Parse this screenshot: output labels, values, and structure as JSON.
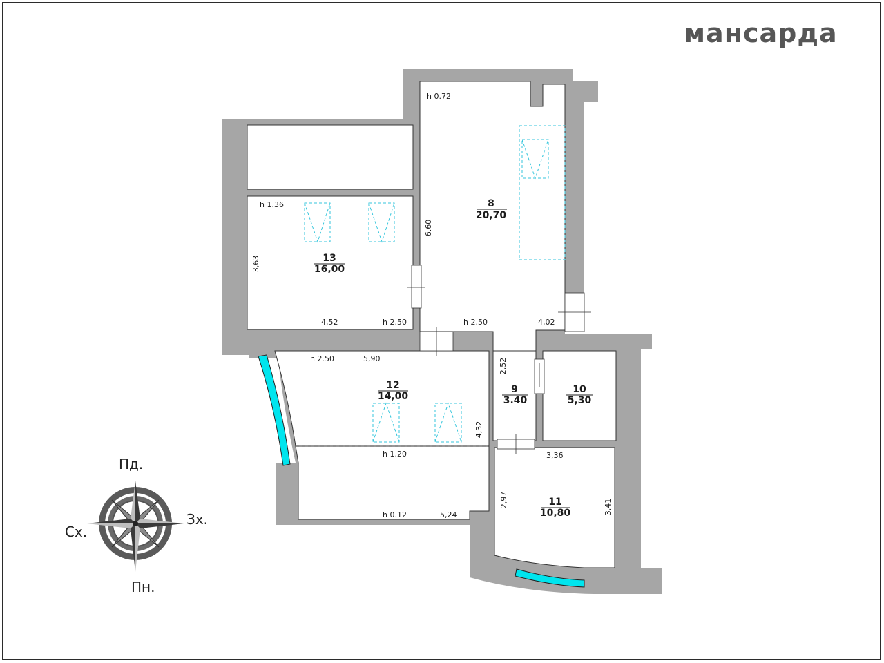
{
  "title": "мансарда",
  "rooms": [
    {
      "number": "8",
      "area": "20,70"
    },
    {
      "number": "9",
      "area": "3.40"
    },
    {
      "number": "10",
      "area": "5,30"
    },
    {
      "number": "11",
      "area": "10,80"
    },
    {
      "number": "12",
      "area": "14,00"
    },
    {
      "number": "13",
      "area": "16,00"
    }
  ],
  "heights": {
    "h_072": "h 0.72",
    "h_136": "h 1.36",
    "h_250_a": "h 2.50",
    "h_250_b": "h 2.50",
    "h_250_c": "h 2.50",
    "h_120": "h 1.20",
    "h_012": "h 0.12"
  },
  "dimensions": {
    "d_660": "6.60",
    "d_363": "3,63",
    "d_452": "4,52",
    "d_402": "4,02",
    "d_590": "5,90",
    "d_252": "2,52",
    "d_432": "4,32",
    "d_336": "3,36",
    "d_297": "2,97",
    "d_341": "3,41",
    "d_524": "5,24"
  },
  "compass": {
    "north": "Пн.",
    "south": "Пд.",
    "east": "Сх.",
    "west": "Зх."
  },
  "colors": {
    "wall": "#a6a6a6",
    "window": "#00e5ee",
    "skylight": "#35c6dc",
    "text": "#1c1c1c"
  }
}
